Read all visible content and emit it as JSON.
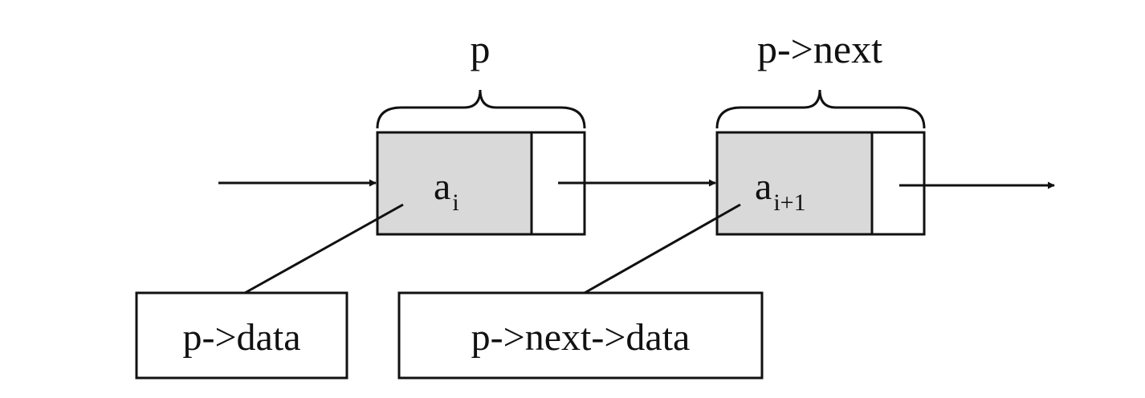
{
  "nodes": [
    {
      "pointer_label": "p",
      "data_base": "a",
      "data_subscript": "i"
    },
    {
      "pointer_label": "p->next",
      "data_base": "a",
      "data_subscript": "i+1"
    }
  ],
  "callouts": [
    {
      "text": "p->data"
    },
    {
      "text": "p->next->data"
    }
  ],
  "colors": {
    "line": "#111111",
    "data_fill": "#d9d9d9",
    "next_fill": "#ffffff",
    "background": "#ffffff"
  }
}
